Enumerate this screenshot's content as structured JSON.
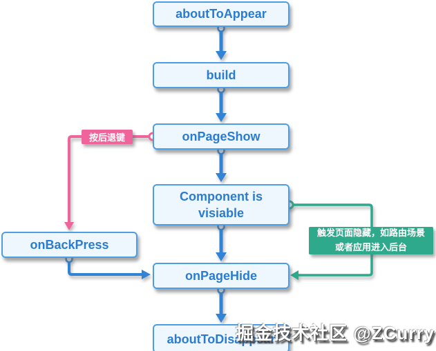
{
  "diagram": {
    "nodes": [
      {
        "id": "aboutToAppear",
        "label": "aboutToAppear"
      },
      {
        "id": "build",
        "label": "build"
      },
      {
        "id": "onPageShow",
        "label": "onPageShow"
      },
      {
        "id": "componentVisible",
        "label": "Component is visiable"
      },
      {
        "id": "onBackPress",
        "label": "onBackPress"
      },
      {
        "id": "onPageHide",
        "label": "onPageHide"
      },
      {
        "id": "aboutToDisappear",
        "label": "aboutToDisappear"
      }
    ],
    "edge_labels": {
      "back_key": "按后退键",
      "page_hide_line1": "触发页面隐藏，如路由场景",
      "page_hide_line2": "或者应用进入后台"
    }
  },
  "watermark": {
    "text": "掘金技术社区 @ZCurry"
  },
  "colors": {
    "node_fill": "#eef7fd",
    "node_border": "#4d9de4",
    "node_text": "#2b7cd0",
    "arrow_blue": "#3183d6",
    "pink": "#f0649c",
    "green": "#2ea98b",
    "watermark_text": "#ffffff"
  }
}
